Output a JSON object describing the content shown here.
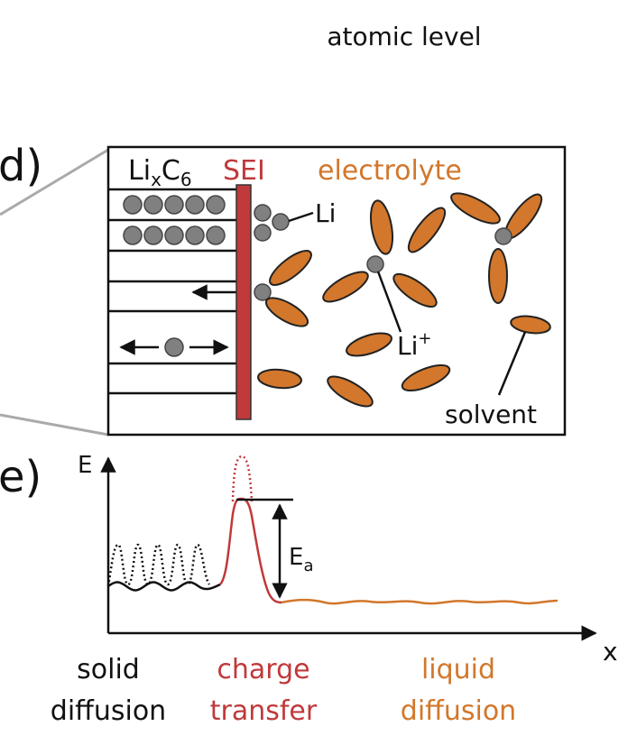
{
  "header": {
    "title": "atomic level"
  },
  "panel_d": {
    "label": "d)",
    "graphite_label": {
      "base": "Li",
      "sub_x": "x",
      "c": "C",
      "sub_6": "6"
    },
    "sei_label": "SEI",
    "electrolyte_label": "electrolyte",
    "li_label": "Li",
    "li_ion_label": {
      "base": "Li",
      "sup": "+"
    },
    "solvent_label": "solvent"
  },
  "panel_e": {
    "label": "e)",
    "y_axis": "E",
    "x_axis": "x",
    "barrier_label": {
      "base": "E",
      "sub": "a"
    },
    "regions": {
      "solid": {
        "line1": "solid",
        "line2": "diffusion"
      },
      "charge": {
        "line1": "charge",
        "line2": "transfer"
      },
      "liquid": {
        "line1": "liquid",
        "line2": "diffusion"
      }
    }
  },
  "colors": {
    "sei": "#c0393b",
    "electrolyte": "#d2772b",
    "charge_transfer": "#c0393b",
    "particle": "#808080",
    "line": "#111111"
  }
}
